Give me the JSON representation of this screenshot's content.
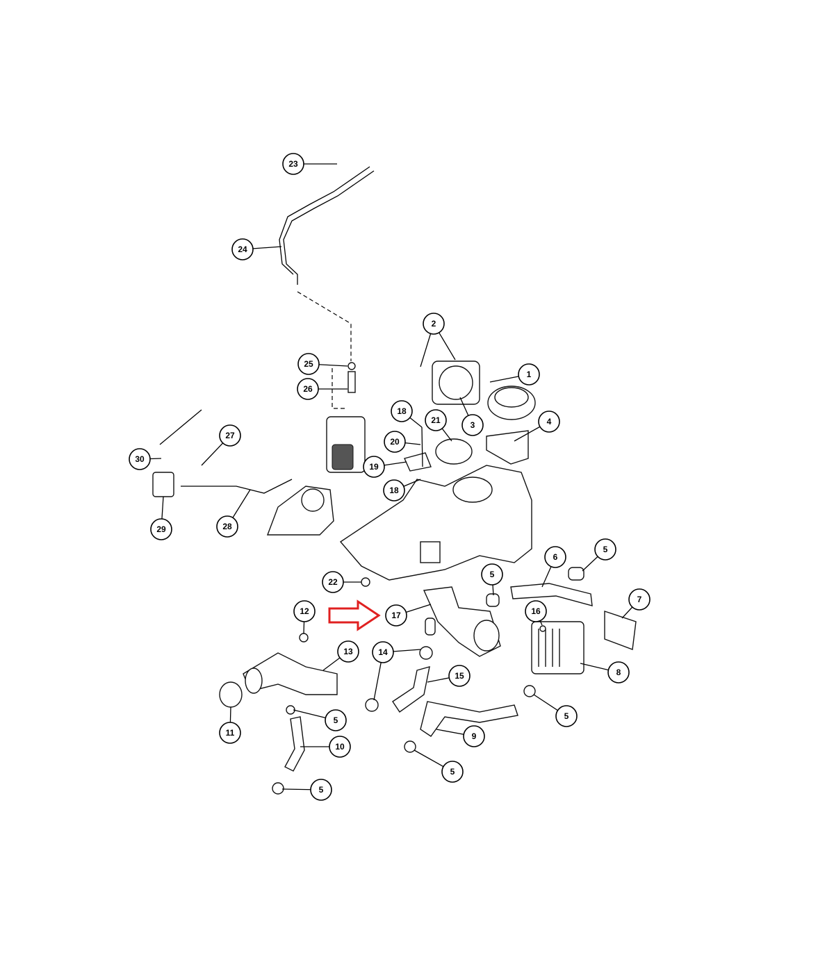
{
  "diagram": {
    "callouts": [
      "23",
      "24",
      "2",
      "1",
      "25",
      "26",
      "18",
      "21",
      "4",
      "3",
      "20",
      "27",
      "30",
      "19",
      "18",
      "29",
      "28",
      "5",
      "6",
      "22",
      "5",
      "7",
      "12",
      "17",
      "16",
      "13",
      "14",
      "15",
      "8",
      "11",
      "5",
      "5",
      "9",
      "10",
      "5",
      "5"
    ],
    "highlight_arrow_color": "#e02020",
    "highlighted_callout": "17"
  }
}
